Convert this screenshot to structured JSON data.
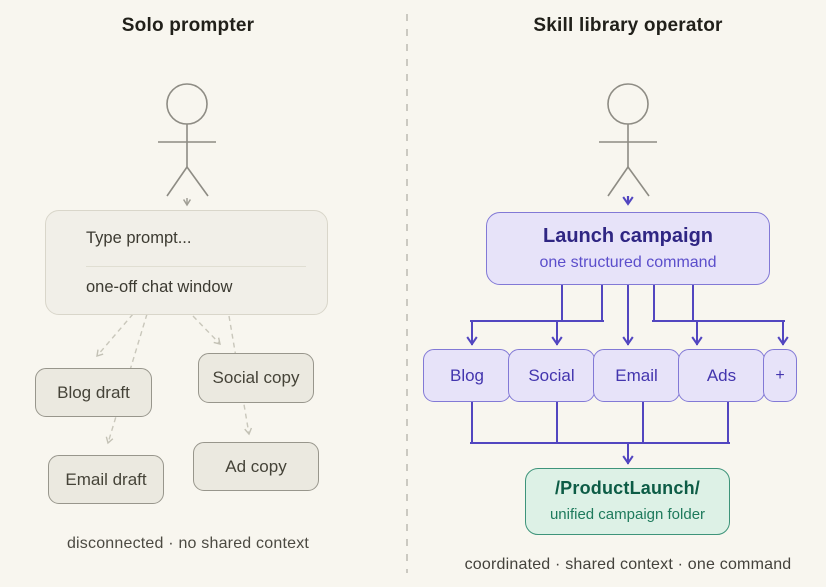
{
  "left": {
    "title": "Solo prompter",
    "prompt_box": {
      "line1": "Type prompt...",
      "line2": "one-off chat window"
    },
    "outputs": [
      "Blog draft",
      "Social copy",
      "Email draft",
      "Ad copy"
    ],
    "caption": "disconnected · no shared context"
  },
  "right": {
    "title": "Skill library operator",
    "command_box": {
      "title": "Launch campaign",
      "subtitle": "one structured command"
    },
    "skills": [
      "Blog",
      "Social",
      "Email",
      "Ads",
      "+"
    ],
    "folder_box": {
      "title": "/ProductLaunch/",
      "subtitle": "unified campaign folder"
    },
    "caption": "coordinated · shared context · one command"
  },
  "colors": {
    "background": "#f8f6ef",
    "accent_purple_line": "#5246c0",
    "accent_purple_fill": "#e7e3f9",
    "accent_green_border": "#3e947a",
    "accent_green_fill": "#ddf1e6",
    "neutral_box_fill": "#ebe9e0",
    "dashed_gray": "#c9c7bb"
  }
}
